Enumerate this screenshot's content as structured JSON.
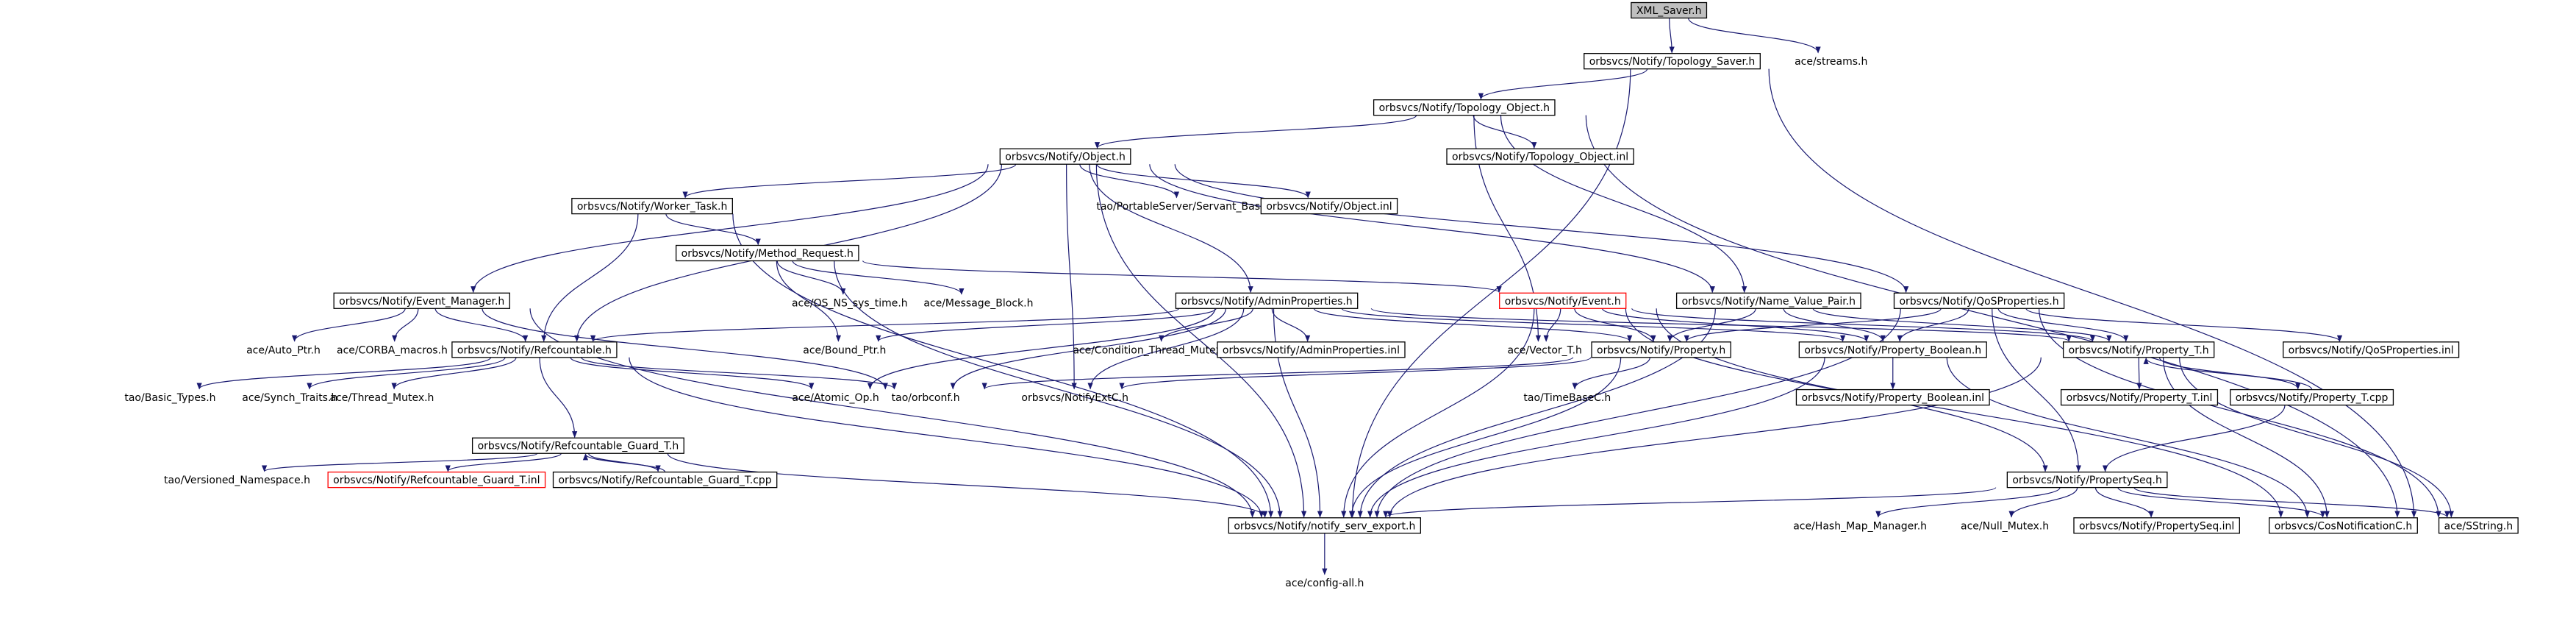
{
  "diagram": {
    "nodes": [
      {
        "id": "xml_saver",
        "label": "XML_Saver.h",
        "style": "root"
      },
      {
        "id": "topology_saver",
        "label": "orbsvcs/Notify/Topology_Saver.h",
        "style": "box"
      },
      {
        "id": "ace_streams",
        "label": "ace/streams.h",
        "style": "plain"
      },
      {
        "id": "topology_object",
        "label": "orbsvcs/Notify/Topology_Object.h",
        "style": "box"
      },
      {
        "id": "object_h",
        "label": "orbsvcs/Notify/Object.h",
        "style": "box"
      },
      {
        "id": "topology_object_inl",
        "label": "orbsvcs/Notify/Topology_Object.inl",
        "style": "box"
      },
      {
        "id": "worker_task",
        "label": "orbsvcs/Notify/Worker_Task.h",
        "style": "box"
      },
      {
        "id": "servant_base",
        "label": "tao/PortableServer/Servant_Base.h",
        "style": "plain"
      },
      {
        "id": "object_inl",
        "label": "orbsvcs/Notify/Object.inl",
        "style": "box"
      },
      {
        "id": "method_request",
        "label": "orbsvcs/Notify/Method_Request.h",
        "style": "box"
      },
      {
        "id": "os_ns_sys_time",
        "label": "ace/OS_NS_sys_time.h",
        "style": "plain"
      },
      {
        "id": "message_block",
        "label": "ace/Message_Block.h",
        "style": "plain"
      },
      {
        "id": "event_manager",
        "label": "orbsvcs/Notify/Event_Manager.h",
        "style": "box"
      },
      {
        "id": "admin_properties",
        "label": "orbsvcs/Notify/AdminProperties.h",
        "style": "box"
      },
      {
        "id": "event_h",
        "label": "orbsvcs/Notify/Event.h",
        "style": "red"
      },
      {
        "id": "name_value_pair",
        "label": "orbsvcs/Notify/Name_Value_Pair.h",
        "style": "box"
      },
      {
        "id": "qos_properties",
        "label": "orbsvcs/Notify/QoSProperties.h",
        "style": "box"
      },
      {
        "id": "auto_ptr",
        "label": "ace/Auto_Ptr.h",
        "style": "plain"
      },
      {
        "id": "corba_macros",
        "label": "ace/CORBA_macros.h",
        "style": "plain"
      },
      {
        "id": "refcountable",
        "label": "orbsvcs/Notify/Refcountable.h",
        "style": "box"
      },
      {
        "id": "bound_ptr",
        "label": "ace/Bound_Ptr.h",
        "style": "plain"
      },
      {
        "id": "condition_thread_mutex",
        "label": "ace/Condition_Thread_Mutex.h",
        "style": "plain"
      },
      {
        "id": "admin_properties_inl",
        "label": "orbsvcs/Notify/AdminProperties.inl",
        "style": "box"
      },
      {
        "id": "vector_t",
        "label": "ace/Vector_T.h",
        "style": "plain"
      },
      {
        "id": "property_h",
        "label": "orbsvcs/Notify/Property.h",
        "style": "box"
      },
      {
        "id": "property_boolean",
        "label": "orbsvcs/Notify/Property_Boolean.h",
        "style": "box"
      },
      {
        "id": "property_t",
        "label": "orbsvcs/Notify/Property_T.h",
        "style": "box"
      },
      {
        "id": "qos_properties_inl",
        "label": "orbsvcs/Notify/QoSProperties.inl",
        "style": "box"
      },
      {
        "id": "basic_types",
        "label": "tao/Basic_Types.h",
        "style": "plain"
      },
      {
        "id": "synch_traits",
        "label": "ace/Synch_Traits.h",
        "style": "plain"
      },
      {
        "id": "thread_mutex",
        "label": "ace/Thread_Mutex.h",
        "style": "plain"
      },
      {
        "id": "atomic_op",
        "label": "ace/Atomic_Op.h",
        "style": "plain"
      },
      {
        "id": "orbconf",
        "label": "tao/orbconf.h",
        "style": "plain"
      },
      {
        "id": "notify_ext_c",
        "label": "orbsvcs/NotifyExtC.h",
        "style": "plain"
      },
      {
        "id": "time_base_c",
        "label": "tao/TimeBaseC.h",
        "style": "plain"
      },
      {
        "id": "property_boolean_inl",
        "label": "orbsvcs/Notify/Property_Boolean.inl",
        "style": "box"
      },
      {
        "id": "property_t_inl",
        "label": "orbsvcs/Notify/Property_T.inl",
        "style": "box"
      },
      {
        "id": "property_t_cpp",
        "label": "orbsvcs/Notify/Property_T.cpp",
        "style": "box"
      },
      {
        "id": "refcountable_guard",
        "label": "orbsvcs/Notify/Refcountable_Guard_T.h",
        "style": "box"
      },
      {
        "id": "versioned_namespace",
        "label": "tao/Versioned_Namespace.h",
        "style": "plain"
      },
      {
        "id": "refcountable_guard_inl",
        "label": "orbsvcs/Notify/Refcountable_Guard_T.inl",
        "style": "red"
      },
      {
        "id": "refcountable_guard_cpp",
        "label": "orbsvcs/Notify/Refcountable_Guard_T.cpp",
        "style": "box"
      },
      {
        "id": "property_seq",
        "label": "orbsvcs/Notify/PropertySeq.h",
        "style": "box"
      },
      {
        "id": "notify_serv_export",
        "label": "orbsvcs/Notify/notify_serv_export.h",
        "style": "box"
      },
      {
        "id": "hash_map_manager",
        "label": "ace/Hash_Map_Manager.h",
        "style": "plain"
      },
      {
        "id": "null_mutex",
        "label": "ace/Null_Mutex.h",
        "style": "plain"
      },
      {
        "id": "property_seq_inl",
        "label": "orbsvcs/Notify/PropertySeq.inl",
        "style": "box"
      },
      {
        "id": "cos_notification_c",
        "label": "orbsvcs/CosNotificationC.h",
        "style": "box"
      },
      {
        "id": "sstring",
        "label": "ace/SString.h",
        "style": "box"
      },
      {
        "id": "config_all",
        "label": "ace/config-all.h",
        "style": "plain"
      }
    ],
    "colors": {
      "edge": "#191970",
      "text": "#000000",
      "box_stroke": "#000000",
      "root_fill": "#bfbfbf",
      "red_stroke": "#ff0000",
      "background": "#ffffff"
    }
  }
}
